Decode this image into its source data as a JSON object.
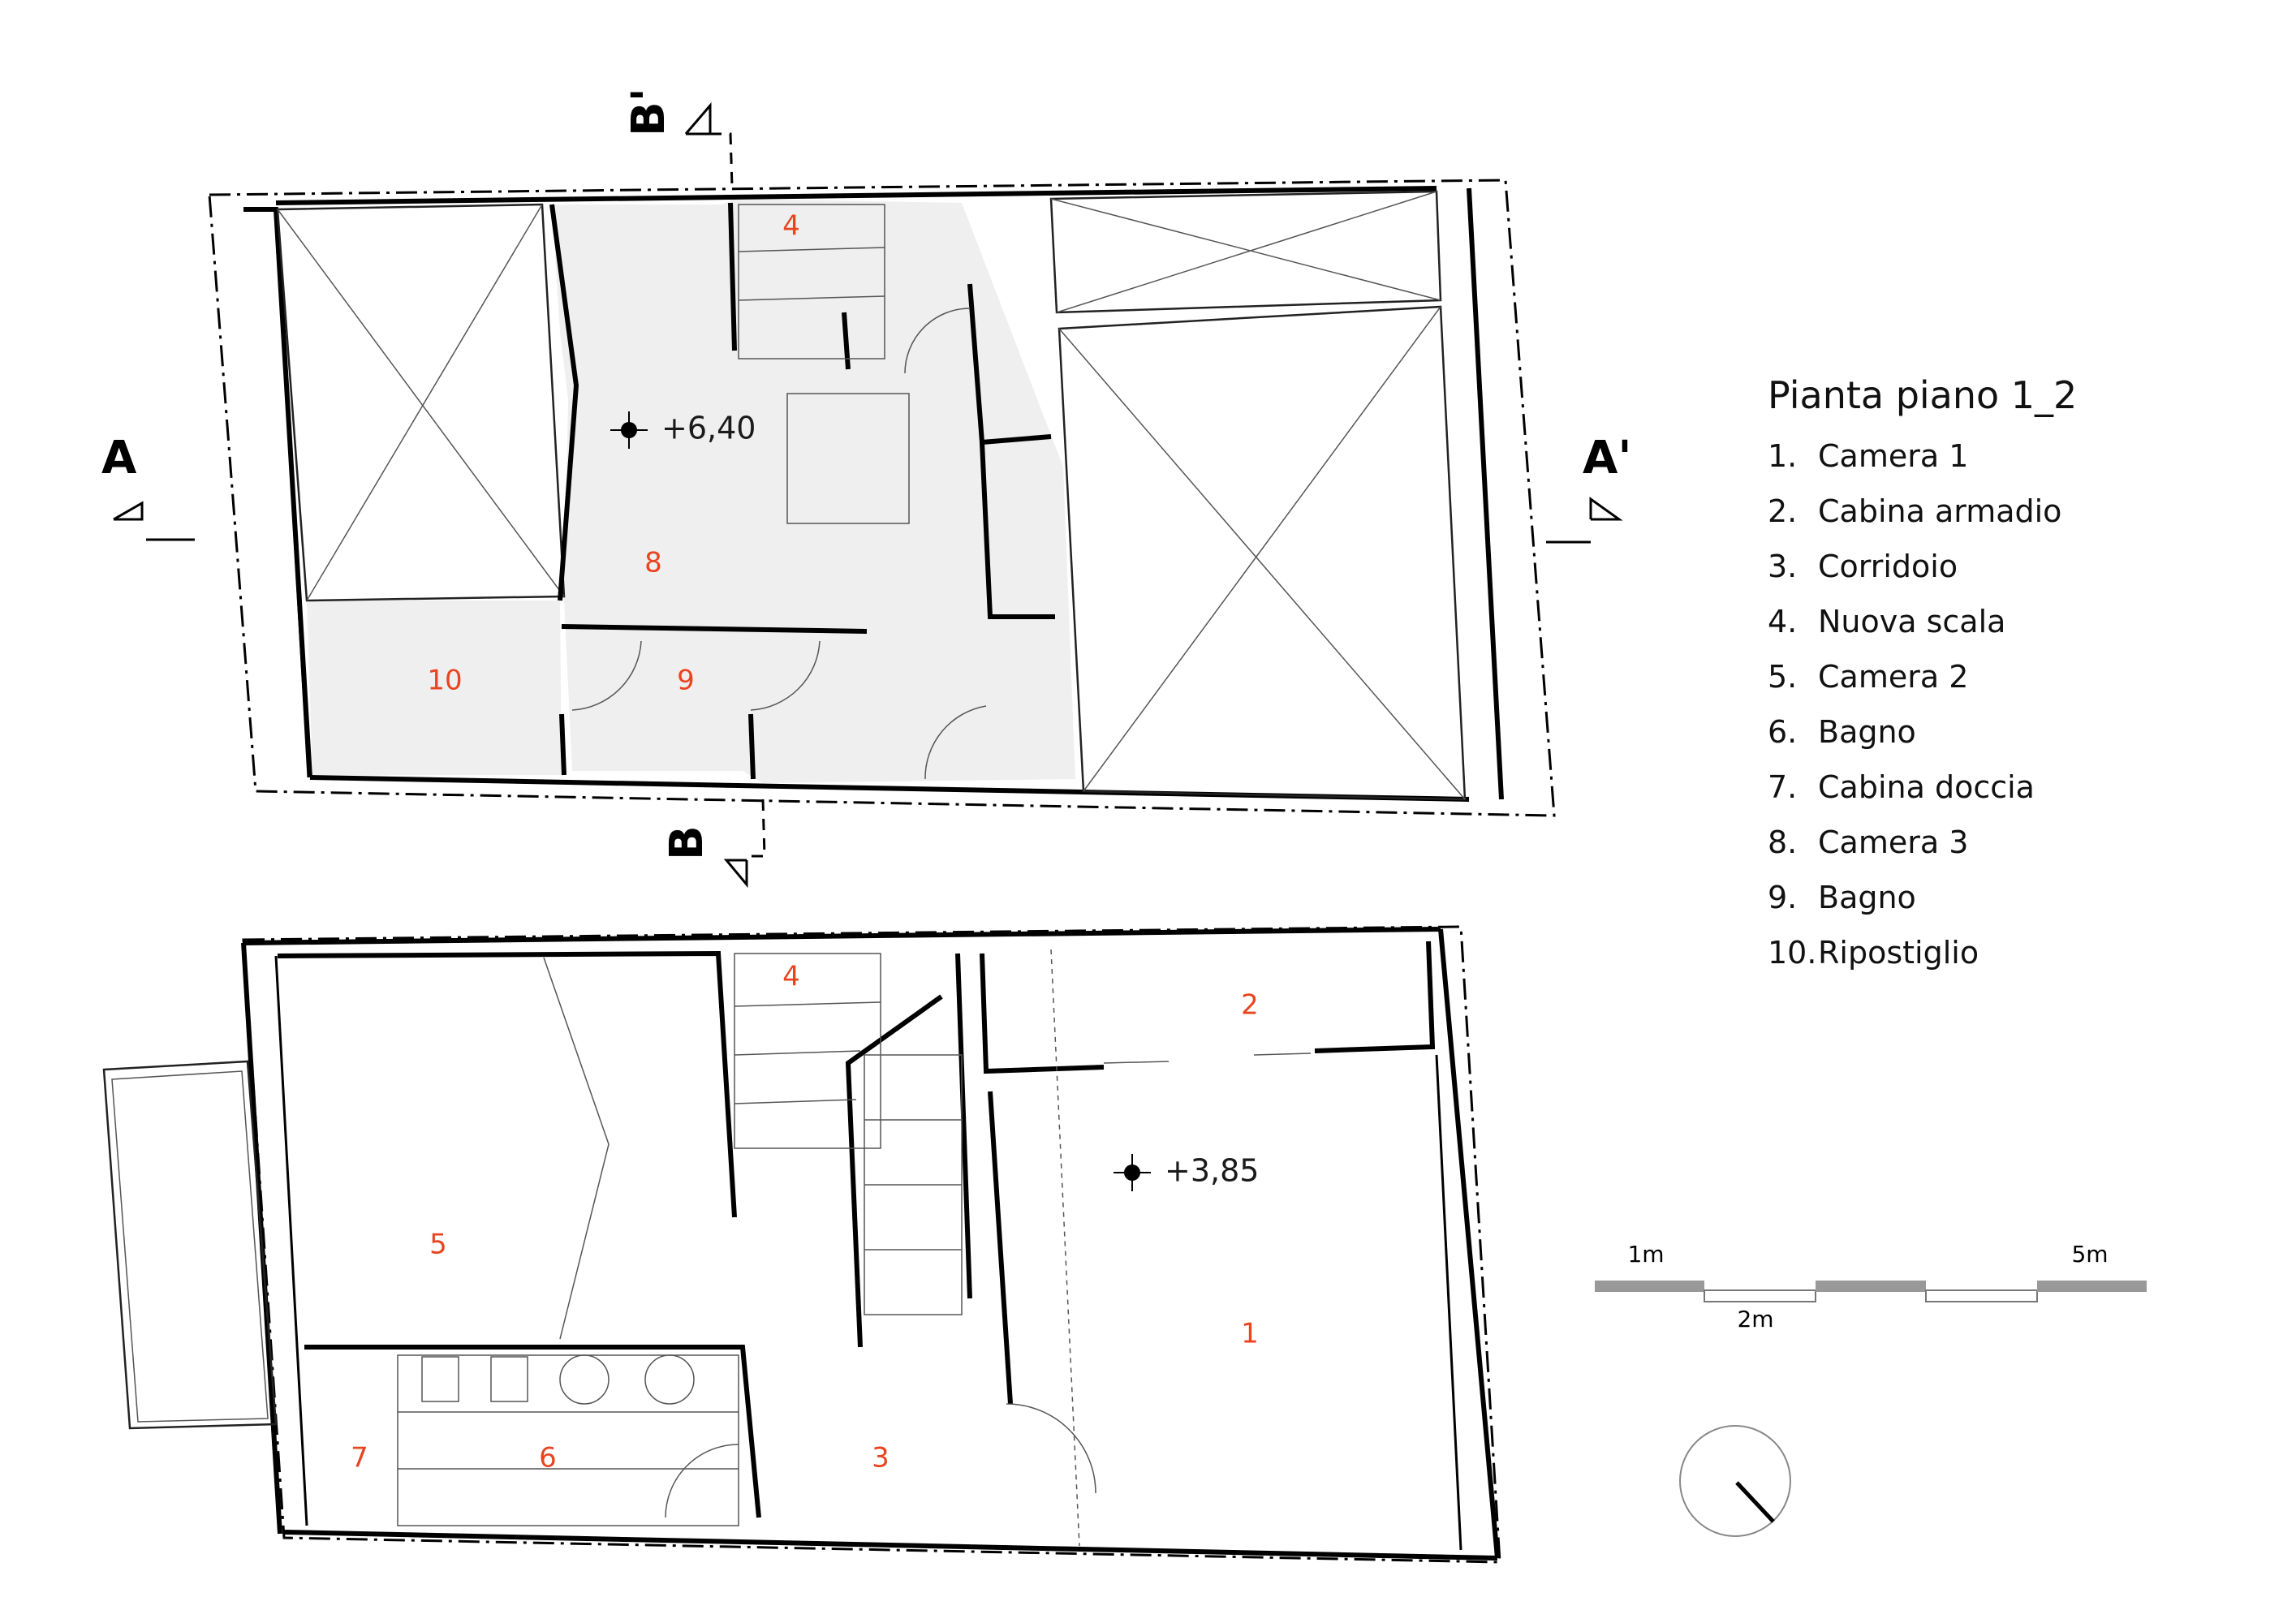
{
  "legend": {
    "title": "Pianta piano 1_2",
    "items": [
      {
        "num": "1.",
        "label": "Camera 1"
      },
      {
        "num": "2.",
        "label": "Cabina armadio"
      },
      {
        "num": "3.",
        "label": "Corridoio"
      },
      {
        "num": "4.",
        "label": "Nuova scala"
      },
      {
        "num": "5.",
        "label": "Camera 2"
      },
      {
        "num": "6.",
        "label": "Bagno"
      },
      {
        "num": "7.",
        "label": "Cabina doccia"
      },
      {
        "num": "8.",
        "label": "Camera 3"
      },
      {
        "num": "9.",
        "label": "Bagno"
      },
      {
        "num": "10.",
        "label": "Ripostiglio"
      }
    ]
  },
  "upper_plan": {
    "elevation": "+6,40",
    "rooms": {
      "r4": "4",
      "r8": "8",
      "r9": "9",
      "r10": "10"
    }
  },
  "lower_plan": {
    "elevation": "+3,85",
    "rooms": {
      "r1": "1",
      "r2": "2",
      "r3": "3",
      "r4": "4",
      "r5": "5",
      "r6": "6",
      "r7": "7"
    }
  },
  "section_markers": {
    "a_left": "A",
    "a_right": "A'",
    "b_top": "B'",
    "b_bottom": "B"
  },
  "scale_bar": {
    "label_1m": "1m",
    "label_2m": "2m",
    "label_5m": "5m"
  },
  "colors": {
    "room_number": "#e8441f",
    "shaded_area": "#efefef",
    "wall": "#000000"
  }
}
